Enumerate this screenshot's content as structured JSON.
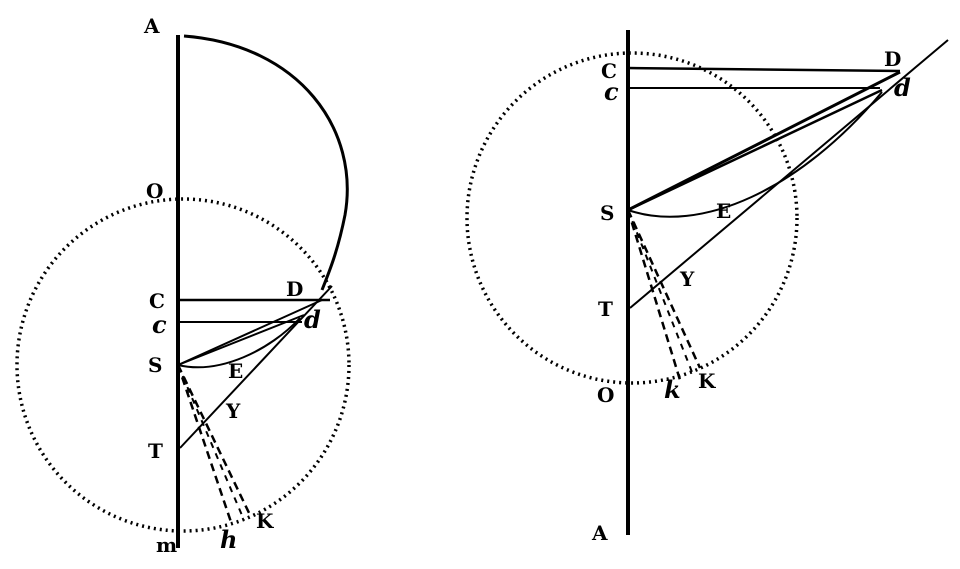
{
  "left_figure": {
    "labels": {
      "A": "A",
      "O": "O",
      "C": "C",
      "D": "D",
      "c": "c",
      "d": "d",
      "S": "S",
      "E": "E",
      "Y": "Y",
      "T": "T",
      "K": "K",
      "h": "h",
      "bottom": "m"
    }
  },
  "right_figure": {
    "labels": {
      "A": "A",
      "O": "O",
      "C": "C",
      "D": "D",
      "c": "c",
      "d": "d",
      "S": "S",
      "E": "E",
      "Y": "Y",
      "T": "T",
      "K": "K",
      "k": "k"
    }
  }
}
